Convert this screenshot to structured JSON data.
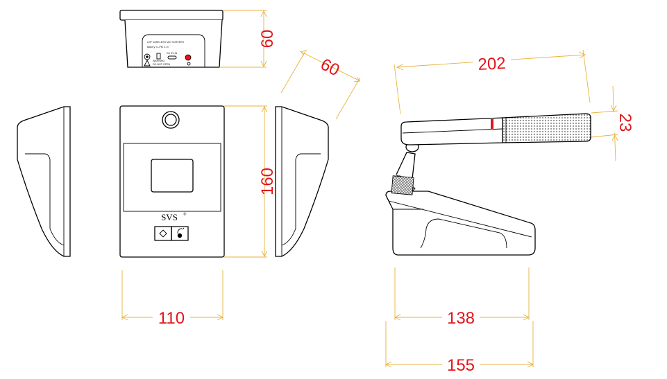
{
  "dimensions": {
    "top_height": "60",
    "side_depth": "60",
    "mic_length": "202",
    "mic_diameter": "23",
    "front_height": "160",
    "front_width": "110",
    "base_length": "138",
    "overall_length": "155"
  },
  "brand": {
    "name": "SVS",
    "registered": "®"
  },
  "back_panel": {
    "line1": "UHF WIRELESS MIC SORVERS",
    "line2": "Battery: Li-PM 3.7V",
    "port_label": "DC 5V-IN",
    "warning_title": "WARNING",
    "warning_sub": "DO NOT OPEN"
  },
  "colors": {
    "dimension_line": "#e8b23c",
    "dimension_text": "#e3141b",
    "outline": "#000000",
    "accent_red": "#e3141b"
  }
}
